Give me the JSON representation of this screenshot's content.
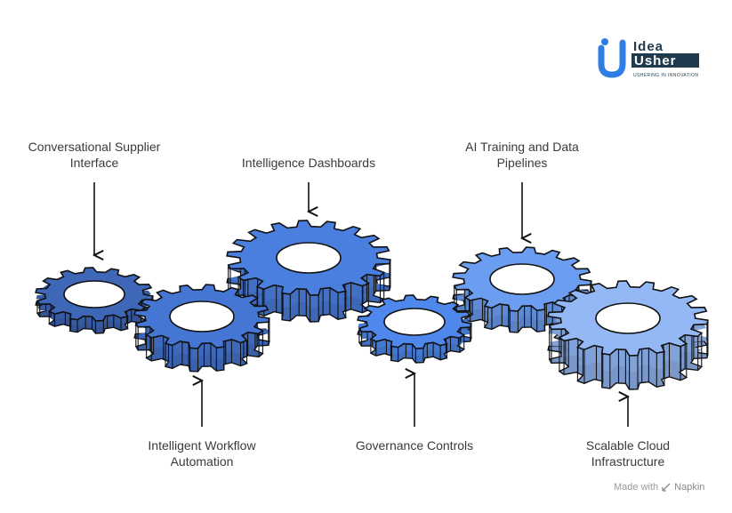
{
  "labels": {
    "conversational": "Conversational Supplier\nInterface",
    "dashboards": "Intelligence Dashboards",
    "ai_training": "AI Training and Data\nPipelines",
    "workflow": "Intelligent Workflow\nAutomation",
    "governance": "Governance Controls",
    "cloud": "Scalable Cloud\nInfrastructure"
  },
  "logo": {
    "line1": "Idea",
    "line2": "Usher",
    "tagline": "USHERING IN INNOVATION"
  },
  "footer": {
    "made_with": "Made with",
    "brand": "Napkin"
  },
  "colors": {
    "gear1": "#3f67b8",
    "gear2": "#4676d4",
    "gear3": "#4a7fe0",
    "gear4": "#4e88ec",
    "gear5": "#6b9ef0",
    "gear6": "#93b8f5",
    "outline": "#111111",
    "logo_blue": "#2f7ee6",
    "logo_dark": "#1f3a4d"
  }
}
